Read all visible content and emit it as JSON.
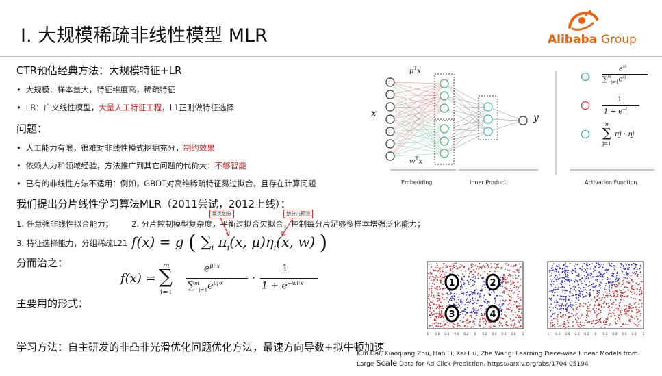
{
  "header": {
    "title": "I. 大规模稀疏非线性模型 MLR",
    "logo_brand": "Alibaba",
    "logo_group": "Group"
  },
  "section1": {
    "heading": "CTR预估经典方法：大规模特征+LR",
    "b1": "大规模：样本量大，特征维度高，稀疏特征",
    "b2_pre": "LR：广义线性模型，",
    "b2_red": "大量人工特征工程",
    "b2_post": "，L1正则做特征选择"
  },
  "section2": {
    "heading": "问题：",
    "b1_pre": "人工能力有限，很难对非线性模式挖掘充分，",
    "b1_red": "制约效果",
    "b2_pre": "依赖人力和领域经验，方法推广到其它问题的代价大：",
    "b2_red": "不够智能",
    "b3": "已有的非线性方法不适用：例如，GBDT对高维稀疏特征易过拟合，且存在计算问题"
  },
  "section3": {
    "heading": "我们提出分片线性学习算法MLR（2011尝试，2012上线）：",
    "p1": "1. 任意强非线性拟合能力；",
    "p2": "2. 分片控制模型复杂度，平衡过拟合欠拟合，控制每分片足够多样本增强泛化能力；",
    "p3": "3. 特征选择能力，分组稀疏L21",
    "box1": "聚类划分",
    "box2": "划分内预测"
  },
  "formula1": {
    "lhs": "f(x) = g",
    "sum": "∑",
    "sub": "i",
    "body": "π",
    "body_sub": "i",
    "args1": "(x, μ)η",
    "args2": "(x, w)"
  },
  "section4": {
    "heading": "分而治之：",
    "f_lhs": "f(x) = ",
    "sum": "∑",
    "sum_top": "m",
    "sum_bot": "i=1",
    "num1": "e",
    "num1_sup": "μi·x",
    "den1_sum": "∑",
    "den1_top": "m",
    "den1_bot": "j=1",
    "den1_e": "e",
    "den1_sup": "μj·x",
    "dot": "·",
    "num2": "1",
    "den2": "1 + e",
    "den2_sup": "−wi·x"
  },
  "section5": {
    "heading": "主要用的形式："
  },
  "section6": {
    "heading": "学习方法：自主研发的非凸非光滑优化问题优化方法，最速方向导数+拟牛顿加速"
  },
  "diagram": {
    "x_label": "x",
    "y_label": "y",
    "mu_label": "μ",
    "mu_sup": "T",
    "mu_x": "x",
    "w_label": "w",
    "w_sup": "T",
    "w_x": "x",
    "cap_embedding": "Embedding",
    "cap_inner": "Inner Product",
    "cap_activation": "Activation Function",
    "act1_num": "e",
    "act1_num_sup": "zi",
    "act1_den": "∑",
    "act1_den_top": "m",
    "act1_den_bot": "j=1",
    "act1_den_e": "e",
    "act1_den_sup": "zj",
    "act2_num": "1",
    "act2_den": "1 + e",
    "act2_den_sup": "−ti",
    "act3_sum": "∑",
    "act3_top": "m",
    "act3_bot": "j=1",
    "act3_body": "πj · ηj",
    "colors": {
      "green": "#3aa86b",
      "red": "#d33",
      "teal": "#3bb0b8",
      "dark": "#333"
    }
  },
  "scatter": {
    "labels": [
      "1",
      "2",
      "3",
      "4"
    ],
    "ticks_x": [
      "-1",
      "-0.8",
      "-0.6",
      "-0.4",
      "-0.2",
      "0",
      "0.2",
      "0.4",
      "0.6",
      "0.8",
      "1"
    ],
    "colors": {
      "pos": "#c22",
      "neg": "#22c"
    }
  },
  "reference": {
    "line1": "Kun Gai, Xiaoqiang Zhu, Han Li, Kai Liu, Zhe Wang. Learning Piece-wise Linear Models from",
    "line2_pre": "Large",
    "line2_big": "Scale",
    "line2_post": "Data for Ad Click Prediction. https://arxiv.org/abs/1704.05194"
  }
}
